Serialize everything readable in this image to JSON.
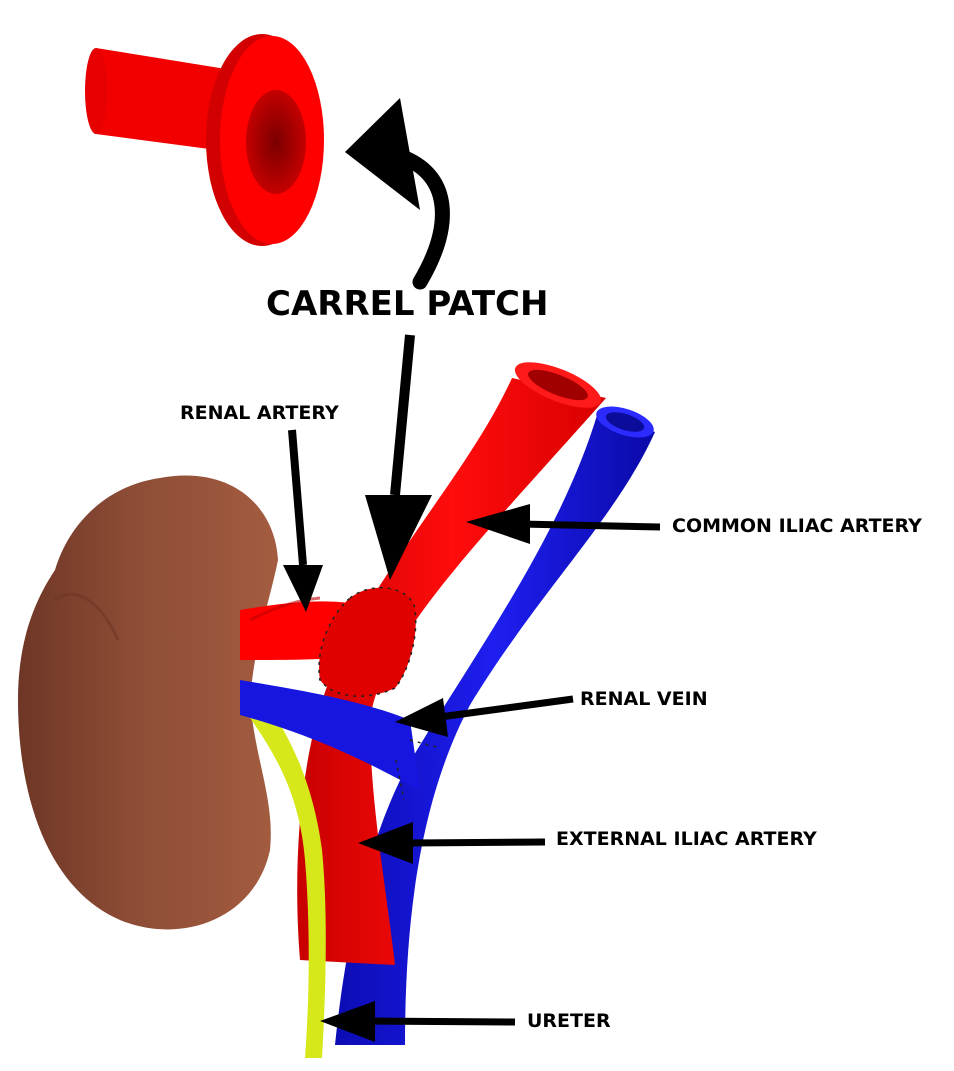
{
  "labels": {
    "carrel_patch": "CARREL PATCH",
    "renal_artery": "RENAL ARTERY",
    "common_iliac_artery": "COMMON ILIAC ARTERY",
    "renal_vein": "RENAL VEIN",
    "external_iliac_artery": "EXTERNAL ILIAC ARTERY",
    "ureter": "URETER"
  },
  "colors": {
    "artery": "#ff0000",
    "artery_dark": "#c40000",
    "vein": "#1414d8",
    "vein_dark": "#0a0aa0",
    "kidney": "#8b4a34",
    "ureter": "#d8ea1c",
    "arrow": "#000000"
  }
}
